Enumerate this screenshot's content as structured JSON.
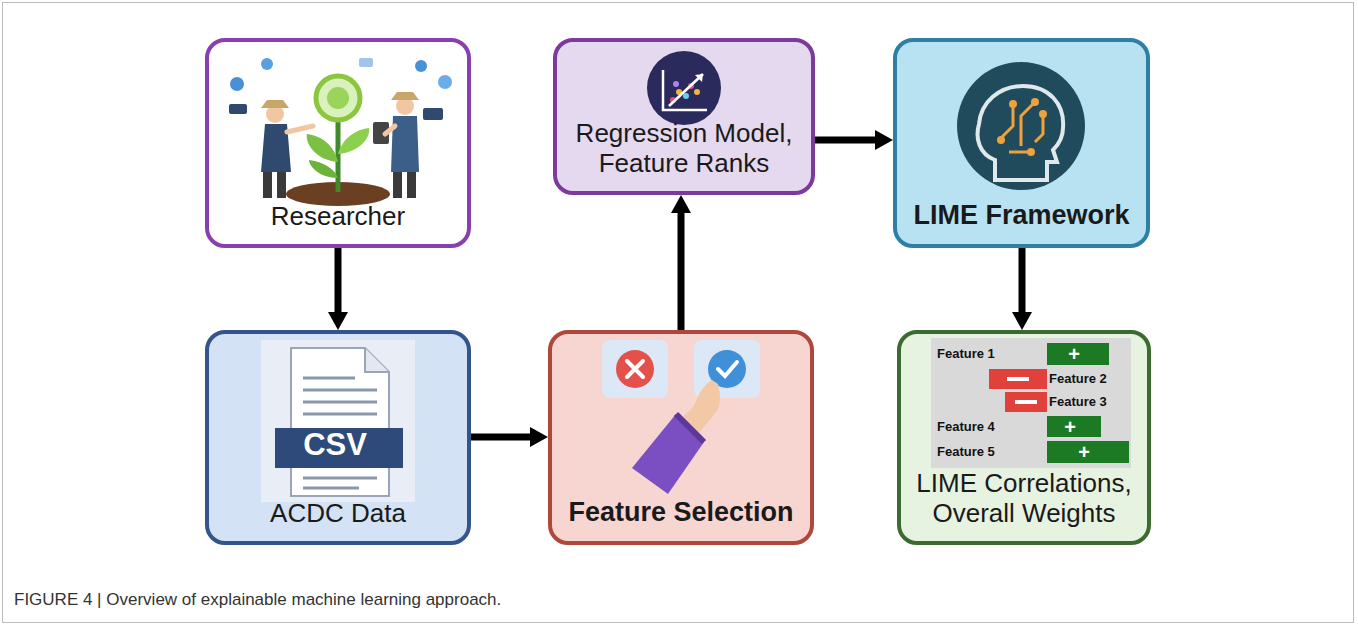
{
  "diagram": {
    "caption": "FIGURE 4 | Overview of explainable machine learning approach.",
    "nodes": [
      {
        "text": [
          "Researcher"
        ]
      },
      {
        "text": [
          "Regression Model, Feature Ranks"
        ]
      },
      {
        "text": [
          "LIME Framework"
        ]
      },
      {
        "text": [
          "ACDC Data"
        ]
      },
      {
        "text": [
          "Feature Selection"
        ]
      },
      {
        "text": [
          "LIME Correlations, Overall Weights"
        ]
      }
    ],
    "edges": [
      {
        "from": 0,
        "to": 3,
        "arrow": "to"
      },
      {
        "from": 3,
        "to": 4,
        "arrow": "to"
      },
      {
        "from": 4,
        "to": 1,
        "arrow": "to"
      },
      {
        "from": 1,
        "to": 2,
        "arrow": "to"
      },
      {
        "from": 2,
        "to": 5,
        "arrow": "to"
      }
    ],
    "labels": [
      "CSV",
      "Feature 1",
      "+",
      "Feature 2",
      "Feature 3",
      "Feature 4",
      "+",
      "Feature 5",
      "+"
    ]
  }
}
